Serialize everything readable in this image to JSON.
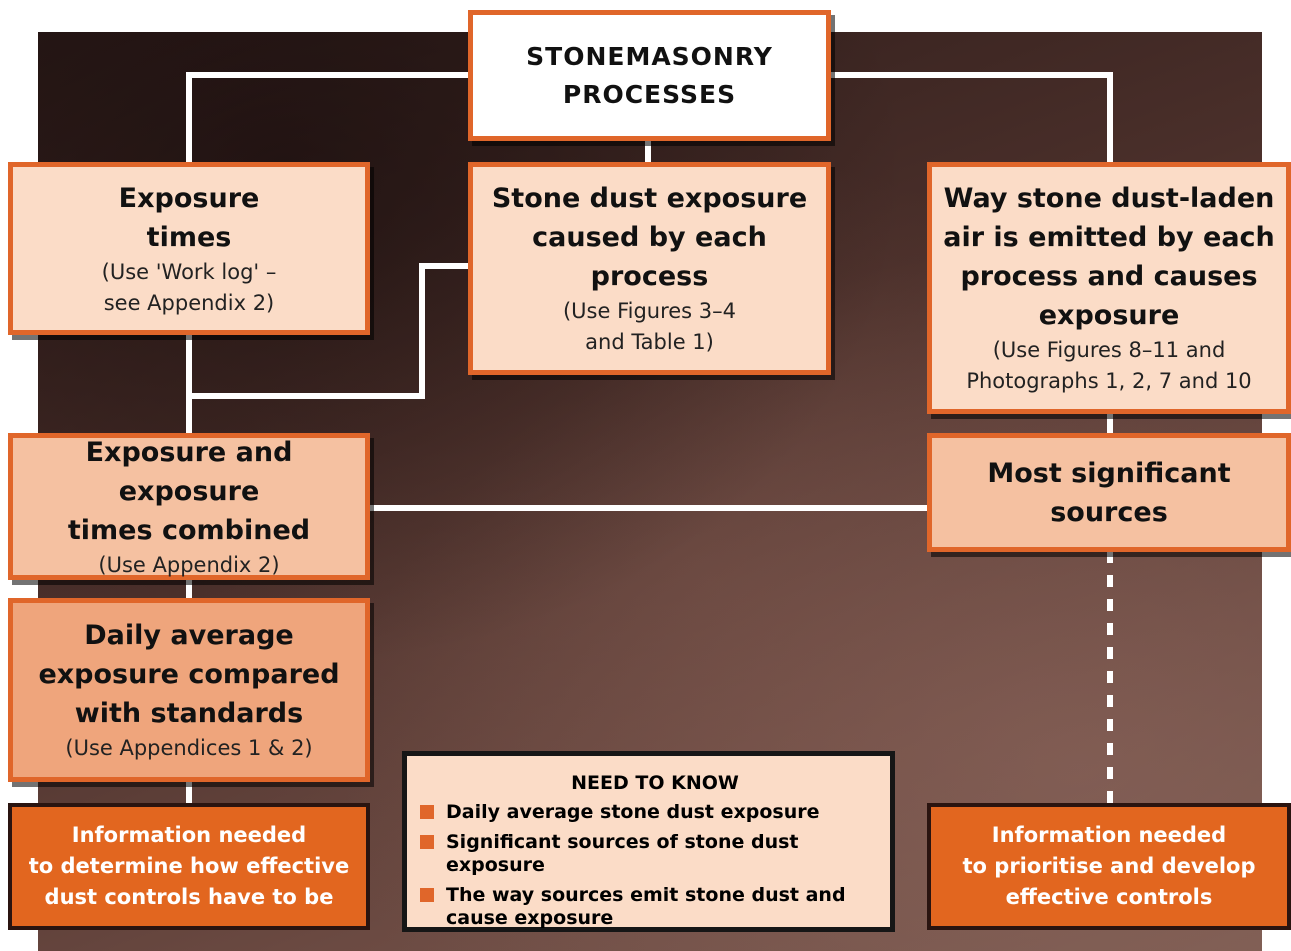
{
  "title": "STONEMASONRY\nPROCESSES",
  "boxes": {
    "exposure_times": {
      "heading": "Exposure\ntimes",
      "sub": "(Use 'Work log' –\nsee Appendix 2)"
    },
    "stone_dust": {
      "heading": "Stone dust exposure\ncaused by each\nprocess",
      "sub": "(Use Figures 3–4\nand Table 1)"
    },
    "way_emitted": {
      "heading": "Way stone dust-laden\nair is emitted by each\nprocess and causes\nexposure",
      "sub": "(Use Figures 8–11 and\nPhotographs 1, 2, 7 and 10"
    },
    "combined": {
      "heading": "Exposure and exposure\ntimes combined",
      "sub": "(Use Appendix 2)"
    },
    "significant": {
      "heading": "Most significant\nsources"
    },
    "daily": {
      "heading": "Daily average\nexposure compared\nwith standards",
      "sub": "(Use Appendices 1 & 2)"
    }
  },
  "info_left": "Information needed\nto determine how effective\ndust controls have to be",
  "info_right": "Information needed\nto prioritise and develop\neffective controls",
  "need_to_know": {
    "title": "NEED TO KNOW",
    "items": [
      "Daily average stone dust exposure",
      "Significant sources of stone dust exposure",
      "The way sources emit stone dust and\ncause exposure"
    ]
  },
  "colors": {
    "accent": "#e0662a",
    "box_light": "#fbdcc7",
    "box_mid": "#f5c1a1",
    "box_deep": "#efa57c",
    "info_fill": "#e2661f"
  }
}
